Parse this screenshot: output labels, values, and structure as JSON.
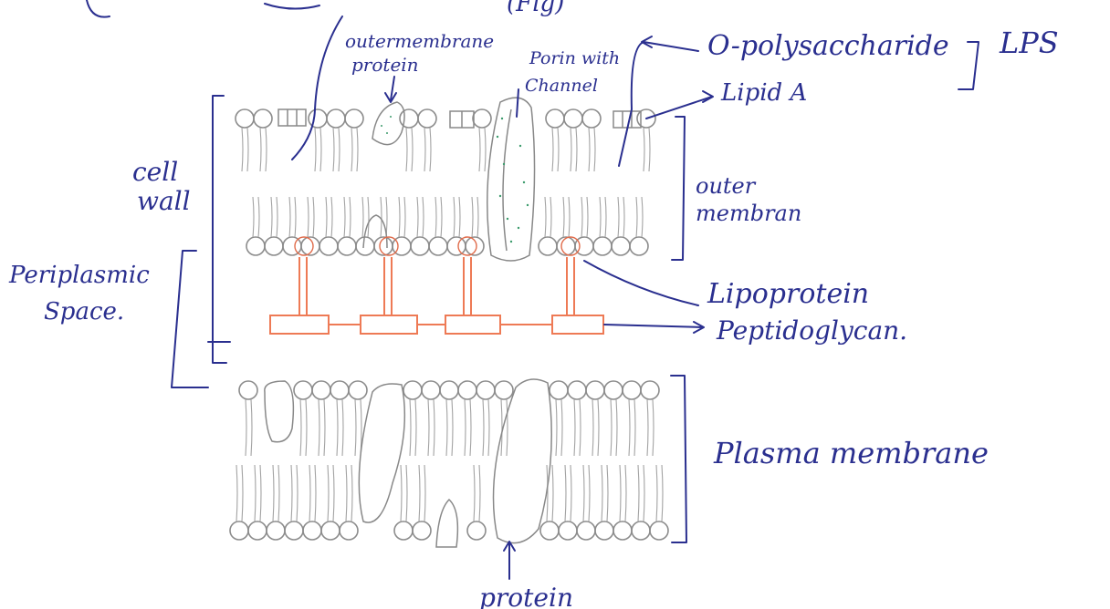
{
  "header_fragment": "(Fig)",
  "labels": {
    "outer_membrane_protein": "outermembrane protein",
    "porin_with_channel": "Porin with Channel",
    "o_polysaccharide": "O-polysaccharide",
    "lps": "LPS",
    "lipid_a": "Lipid A",
    "cell_wall": "cell wall",
    "outer_membrane": "outer membran",
    "periplasmic_space": "Periplasmic Space.",
    "lipoprotein": "Lipoprotein",
    "peptidoglycan": "Peptidoglycan.",
    "plasma_membrane": "Plasma membrane",
    "protein": "protein"
  },
  "colors": {
    "ink": "#2a2f8f",
    "pencil": "#8c8c8c",
    "peptidoglycan": "#ee7a55",
    "porin_dots": "#3c9b6c"
  }
}
